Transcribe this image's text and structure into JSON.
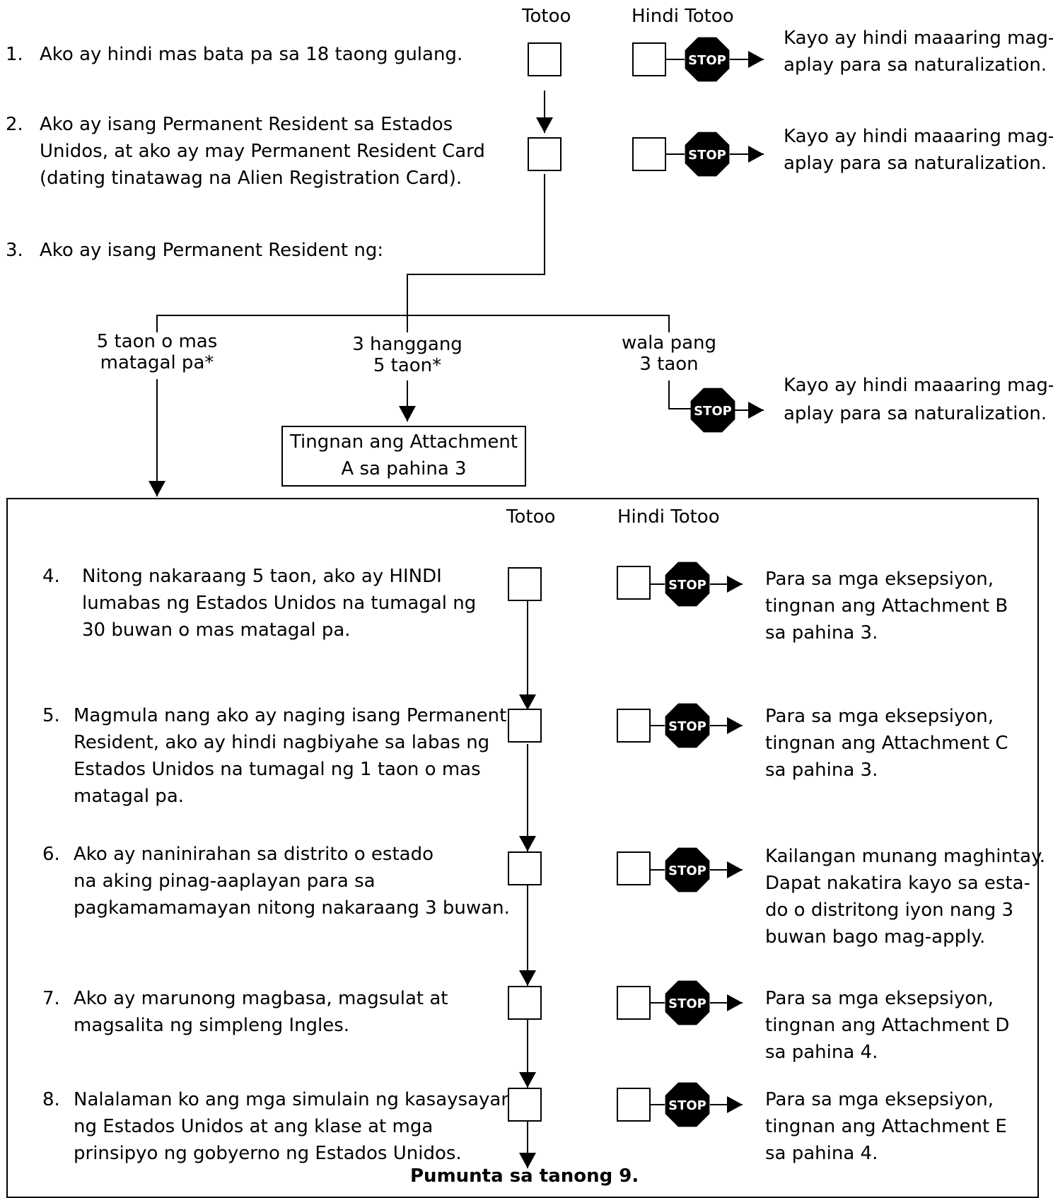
{
  "header_top": {
    "true_label": "Totoo",
    "false_label": "Hindi Totoo"
  },
  "header_box": {
    "true_label": "Totoo",
    "false_label": "Hindi Totoo"
  },
  "stop_label": "STOP",
  "q1": {
    "num": "1.",
    "lines": [
      "Ako ay hindi mas bata pa sa 18 taong gulang."
    ],
    "outcome": [
      "Kayo ay hindi maaaring mag-",
      "aplay para sa naturalization."
    ]
  },
  "q2": {
    "num": "2.",
    "lines": [
      "Ako ay isang Permanent Resident sa Estados",
      "Unidos, at ako ay may Permanent Resident Card",
      "(dating tinatawag na Alien Registration Card)."
    ],
    "outcome": [
      "Kayo ay hindi maaaring mag-",
      "aplay para sa naturalization."
    ]
  },
  "q3": {
    "num": "3.",
    "lines": [
      "Ako ay isang Permanent Resident ng:"
    ],
    "branch_a": [
      "5 taon o mas",
      "matagal pa*"
    ],
    "branch_b": [
      "3 hanggang",
      "5 taon*"
    ],
    "branch_c": [
      "wala pang",
      "3 taon"
    ],
    "attachment_a": [
      "Tingnan ang Attachment",
      "A sa pahina 3"
    ],
    "outcome": [
      "Kayo ay hindi maaaring mag-",
      "aplay para sa naturalization."
    ]
  },
  "q4": {
    "num": "4.",
    "lines": [
      "Nitong nakaraang 5 taon, ako ay HINDI",
      "lumabas ng Estados Unidos na tumagal ng",
      "30 buwan o mas matagal pa."
    ],
    "outcome": [
      "Para sa mga eksepsiyon,",
      "tingnan ang Attachment B",
      "sa pahina 3."
    ]
  },
  "q5": {
    "num": "5.",
    "lines": [
      "Magmula nang ako ay naging isang Permanent",
      "Resident, ako ay hindi nagbiyahe sa labas ng",
      "Estados Unidos na tumagal ng 1 taon o mas",
      "matagal pa."
    ],
    "outcome": [
      "Para sa mga eksepsiyon,",
      "tingnan ang Attachment C",
      "sa pahina 3."
    ]
  },
  "q6": {
    "num": "6.",
    "lines": [
      "Ako ay naninirahan sa distrito o estado",
      "na aking pinag-aaplayan para sa",
      "pagkamamamayan nitong nakaraang 3 buwan."
    ],
    "outcome": [
      "Kailangan munang maghintay.",
      "Dapat nakatira kayo sa esta-",
      "do o distritong iyon nang 3",
      "buwan bago mag-apply."
    ]
  },
  "q7": {
    "num": "7.",
    "lines": [
      "Ako ay marunong magbasa, magsulat at",
      "magsalita ng simpleng Ingles."
    ],
    "outcome": [
      "Para sa mga eksepsiyon,",
      "tingnan ang Attachment D",
      "sa pahina 4."
    ]
  },
  "q8": {
    "num": "8.",
    "lines": [
      "Nalalaman ko ang mga simulain ng kasaysayan",
      "ng Estados Unidos at ang klase at mga",
      "prinsipyo ng gobyerno ng Estados Unidos."
    ],
    "outcome": [
      "Para sa mga eksepsiyon,",
      "tingnan ang Attachment E",
      "sa pahina 4."
    ]
  },
  "footer": "Pumunta sa tanong 9."
}
